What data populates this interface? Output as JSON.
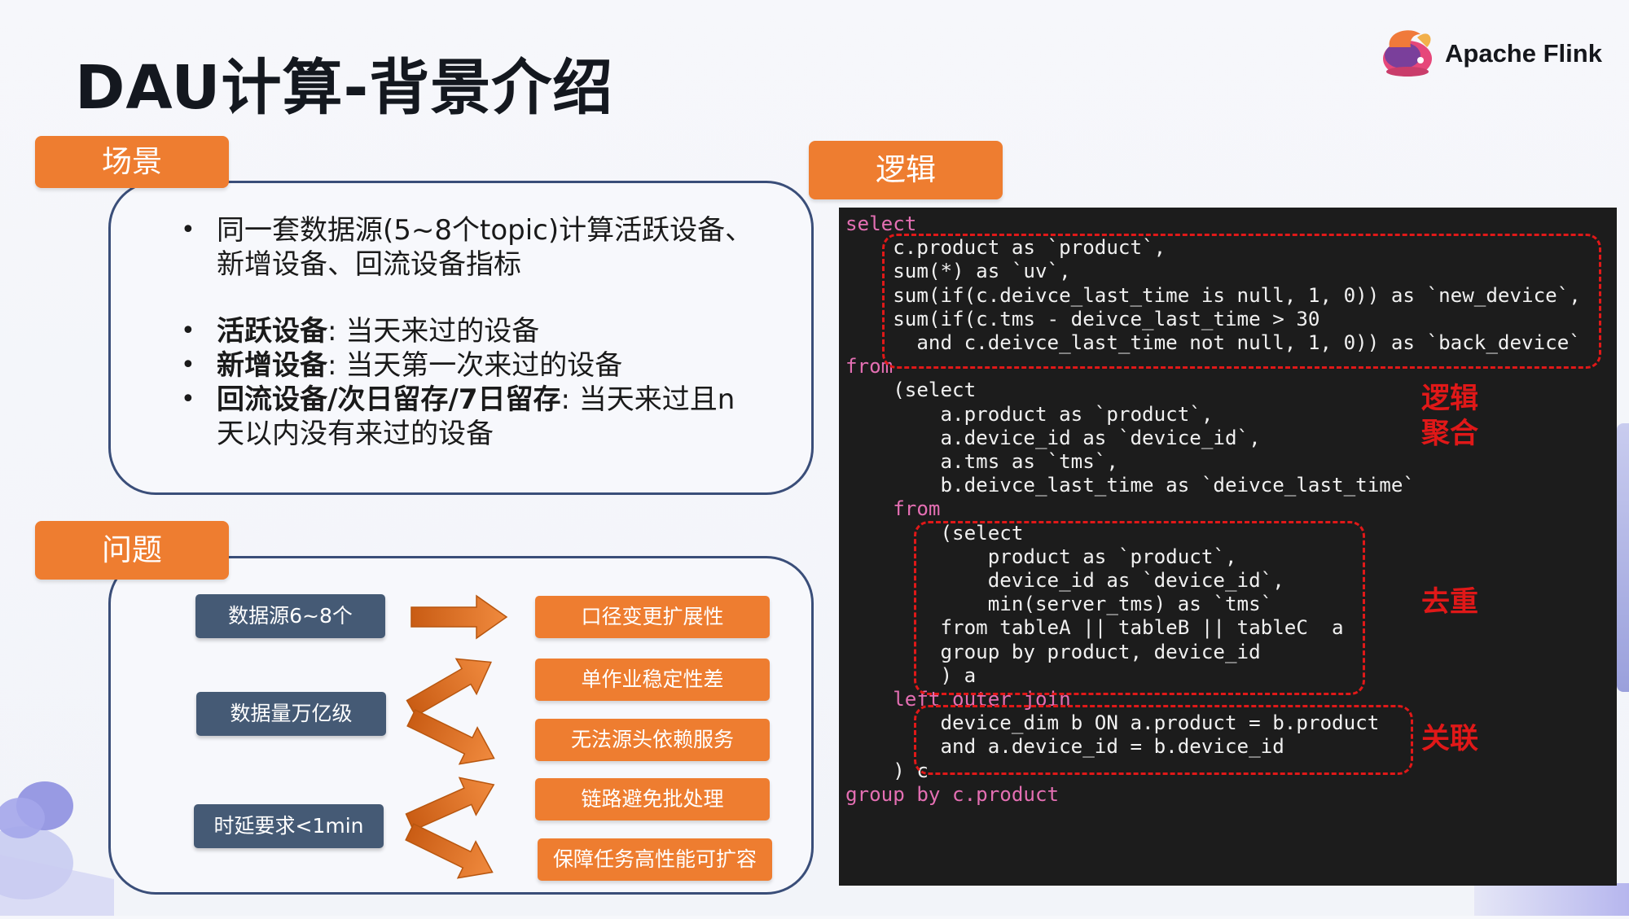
{
  "title": "DAU计算-背景介绍",
  "logo": {
    "text": "Apache Flink",
    "icon": "flink-squirrel-icon"
  },
  "scenario": {
    "tag": "场景",
    "bullets": [
      {
        "bold": "",
        "text": "同一套数据源(5~8个topic)计算活跃设备、新增设备、回流设备指标"
      },
      {
        "bold": "活跃设备",
        "text": ": 当天来过的设备"
      },
      {
        "bold": "新增设备",
        "text": ":  当天第一次来过的设备"
      },
      {
        "bold": "回流设备/次日留存/7日留存",
        "text": ":  当天来过且n天以内没有来过的设备"
      }
    ]
  },
  "problems": {
    "tag": "问题",
    "causes": [
      "数据源6~8个",
      "数据量万亿级",
      "时延要求<1min"
    ],
    "effects": [
      "口径变更扩展性",
      "单作业稳定性差",
      "无法源头依赖服务",
      "链路避免批处理",
      "保障任务高性能可扩容"
    ]
  },
  "logic": {
    "tag": "逻辑",
    "annotations": {
      "aggregate": "逻辑\n聚合",
      "dedup": "去重",
      "join": "关联"
    },
    "code_lines": [
      "select",
      "    c.product as `product`,",
      "    sum(*) as `uv`,",
      "    sum(if(c.deivce_last_time is null, 1, 0)) as `new_device`,",
      "    sum(if(c.tms - deivce_last_time > 30",
      "      and c.deivce_last_time not null, 1, 0)) as `back_device`",
      "from",
      "    (select",
      "        a.product as `product`,",
      "        a.device_id as `device_id`,",
      "        a.tms as `tms`,",
      "        b.deivce_last_time as `deivce_last_time`",
      "    from",
      "        (select",
      "            product as `product`,",
      "            device_id as `device_id`,",
      "            min(server_tms) as `tms`",
      "        from tableA || tableB || tableC  a",
      "        group by product, device_id",
      "        ) a",
      "    left outer join",
      "        device_dim b ON a.product = b.product",
      "        and a.device_id = b.device_id",
      "    ) c",
      "group by c.product"
    ]
  },
  "colors": {
    "accent": "#ee7d30",
    "panel_border": "#3a4e79",
    "cause_box": "#455a75",
    "highlight": "#e01818",
    "code_bg": "#1c1c1c"
  }
}
